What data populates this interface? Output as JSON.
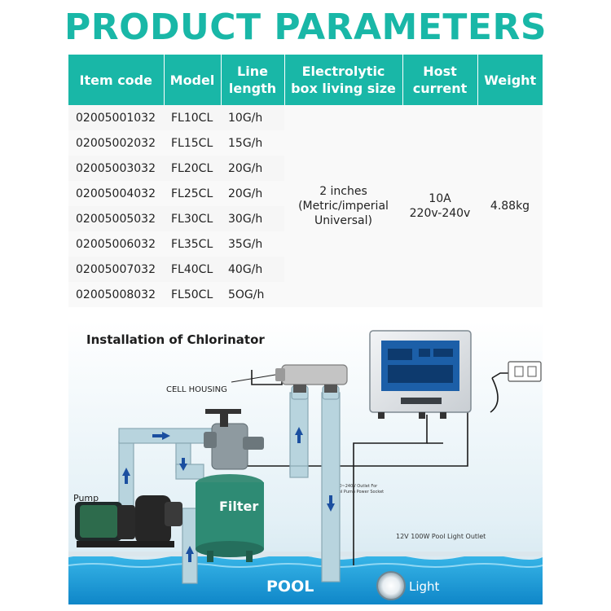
{
  "title": "PRODUCT PARAMETERS",
  "table": {
    "headers": {
      "item_code": "Item code",
      "model": "Model",
      "line_length": [
        "Line",
        "length"
      ],
      "box_size": [
        "Electrolytic",
        "box living size"
      ],
      "host_current": [
        "Host",
        "current"
      ],
      "weight": "Weight"
    },
    "rows": [
      {
        "item_code": "02005001032",
        "model": "FL10CL",
        "line_length": "10G/h"
      },
      {
        "item_code": "02005002032",
        "model": "FL15CL",
        "line_length": "15G/h"
      },
      {
        "item_code": "02005003032",
        "model": "FL20CL",
        "line_length": "20G/h"
      },
      {
        "item_code": "02005004032",
        "model": "FL25CL",
        "line_length": "20G/h"
      },
      {
        "item_code": "02005005032",
        "model": "FL30CL",
        "line_length": "30G/h"
      },
      {
        "item_code": "02005006032",
        "model": "FL35CL",
        "line_length": "35G/h"
      },
      {
        "item_code": "02005007032",
        "model": "FL40CL",
        "line_length": "40G/h"
      },
      {
        "item_code": "02005008032",
        "model": "FL50CL",
        "line_length": "5OG/h"
      }
    ],
    "shared": {
      "box_size": [
        "2 inches",
        "(Metric/imperial",
        "Universal)"
      ],
      "host_current": [
        "10A",
        "220v-240v"
      ],
      "weight": "4.88kg"
    }
  },
  "diagram": {
    "title": "Installation of Chlorinator",
    "labels": {
      "cell_housing": "CELL HOUSING",
      "pump": "Pump",
      "filter": "Filter",
      "pool": "POOL",
      "light": "Light",
      "outlet_230": [
        "230~240V Outlet For",
        "Pool Pump Power Socket"
      ],
      "outlet_12v": "12V 100W Pool Light Outlet"
    },
    "colors": {
      "accent": "#19b7a7",
      "filter": "#2e8b74",
      "pipe": "#b8d4de",
      "pool": "#1a9ed7"
    }
  }
}
